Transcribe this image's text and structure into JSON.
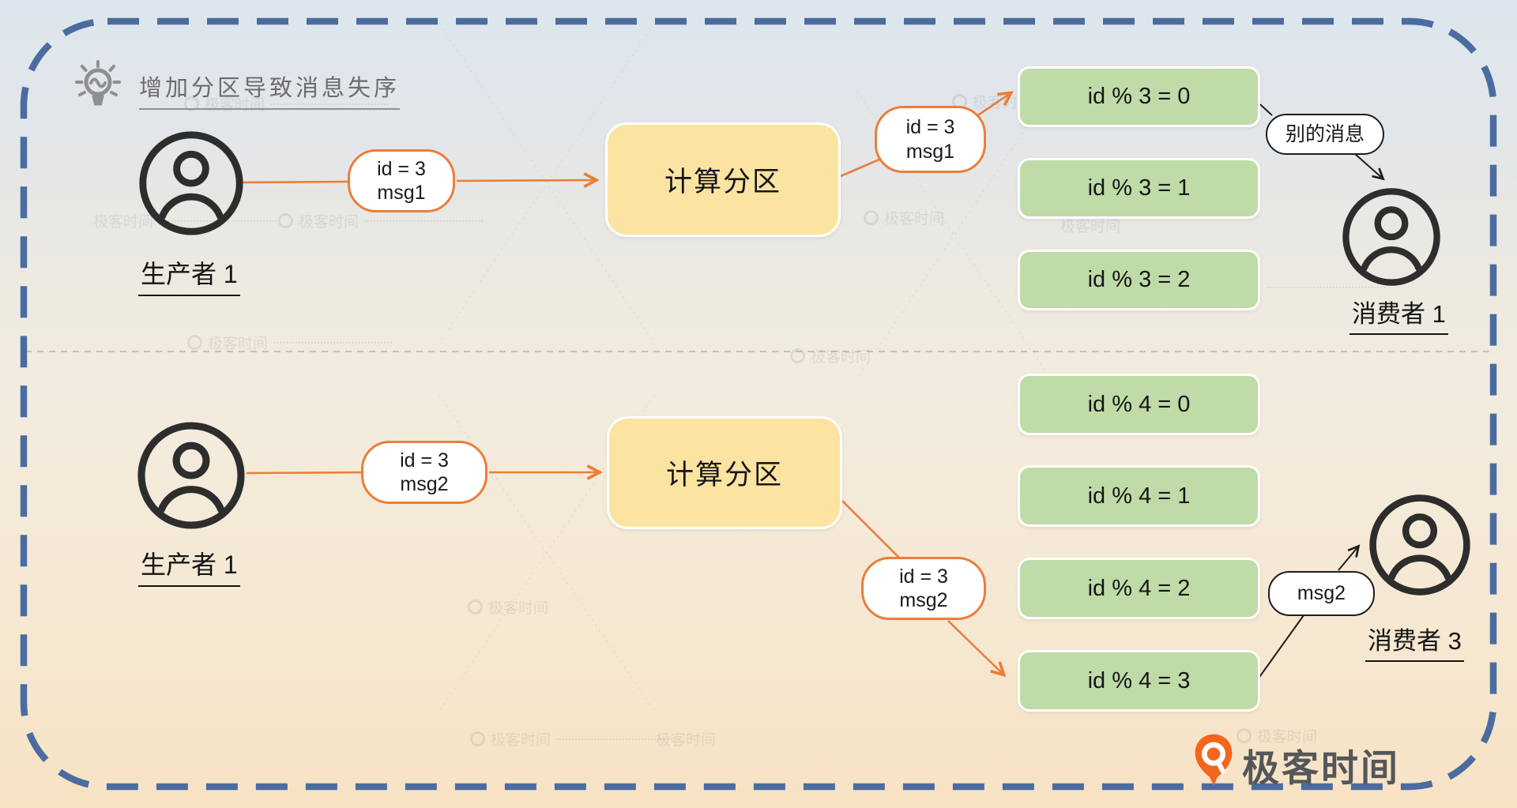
{
  "title": "增加分区导致消息失序",
  "scenario_top": {
    "producer_label": "生产者 1",
    "produced_message": {
      "line1": "id = 3",
      "line2": "msg1"
    },
    "partitioner_label": "计算分区",
    "routed_message": {
      "line1": "id = 3",
      "line2": "msg1"
    },
    "partitions": [
      {
        "label": "id % 3 = 0"
      },
      {
        "label": "id % 3 = 1"
      },
      {
        "label": "id % 3 = 2"
      }
    ],
    "note_bubble": "别的消息",
    "consumer_label": "消费者 1"
  },
  "scenario_bottom": {
    "producer_label": "生产者 1",
    "produced_message": {
      "line1": "id = 3",
      "line2": "msg2"
    },
    "partitioner_label": "计算分区",
    "routed_message": {
      "line1": "id = 3",
      "line2": "msg2"
    },
    "partitions": [
      {
        "label": "id % 4 = 0"
      },
      {
        "label": "id % 4 = 1"
      },
      {
        "label": "id % 4 = 2"
      },
      {
        "label": "id % 4 = 3"
      }
    ],
    "note_bubble": "msg2",
    "consumer_label": "消费者 3"
  },
  "branding": {
    "logo_text": "极客时间",
    "watermark_text": "极客时间"
  },
  "colors": {
    "frame_blue": "#4b6ca1",
    "flow_orange": "#ea7e3b",
    "partitioner_yellow": "#fbe3a1",
    "partition_green": "#bfdba8",
    "logo_orange": "#f4661d",
    "separator_gray": "#b8b3a9"
  }
}
